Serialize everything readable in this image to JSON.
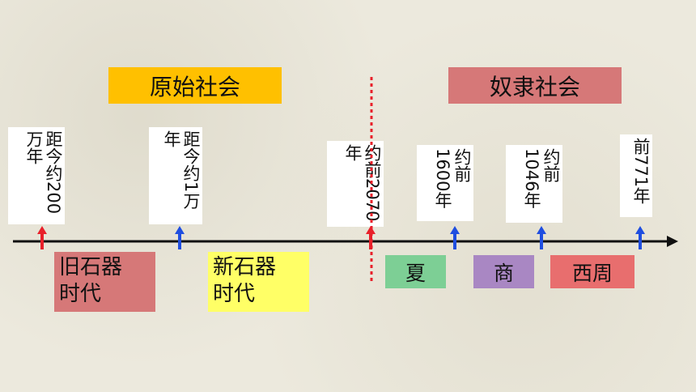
{
  "eras": {
    "primitive": {
      "label": "原始社会",
      "color": "#ffc000"
    },
    "slave": {
      "label": "奴隶社会",
      "color": "#d67878"
    }
  },
  "time_notes": [
    {
      "id": "paleolithic-start",
      "text": "距今约200\n万年",
      "arrow": "red"
    },
    {
      "id": "neolithic-start",
      "text": "距今约1万\n年",
      "arrow": "blue"
    },
    {
      "id": "xia-start",
      "text": "约前2070\n年",
      "arrow": "red"
    },
    {
      "id": "shang-start",
      "text": "约前\n1600年",
      "arrow": "blue"
    },
    {
      "id": "western-zhou-start",
      "text": "约前\n1046年",
      "arrow": "blue"
    },
    {
      "id": "western-zhou-end",
      "text": "前771年",
      "arrow": "blue"
    }
  ],
  "periods": {
    "paleolithic": {
      "label": "旧石器\n时代",
      "color": "#d67878"
    },
    "neolithic": {
      "label": "新石器\n时代",
      "color": "#ffff66"
    }
  },
  "dynasties": {
    "xia": {
      "label": "夏",
      "color": "#7dcf95"
    },
    "shang": {
      "label": "商",
      "color": "#a987c3"
    },
    "western_zhou": {
      "label": "西周",
      "color": "#e86e6e"
    }
  },
  "colors": {
    "axis": "#111111",
    "red_arrow": "#e8202a",
    "blue_arrow": "#1f4ee0",
    "divider": "#e8202a"
  }
}
